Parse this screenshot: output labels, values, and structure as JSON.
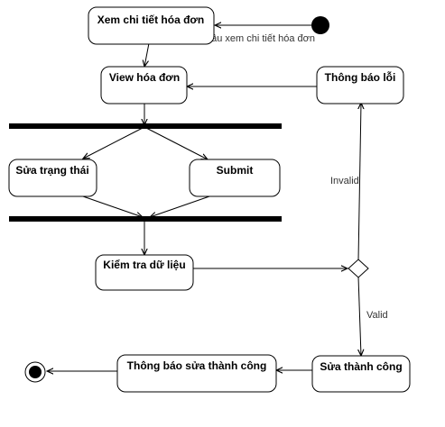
{
  "nodes": {
    "xem_chi_tiet": "Xem chi tiết hóa đơn",
    "view_hoa_don": "View hóa đơn",
    "thong_bao_loi": "Thông báo lỗi",
    "sua_trang_thai": "Sửa trạng thái",
    "submit": "Submit",
    "kiem_tra": "Kiểm tra dữ liệu",
    "thong_bao_sua": "Thông báo sửa thành công",
    "sua_thanh_cong": "Sửa thành công"
  },
  "edges": {
    "request": "Yêu cầu xem chi tiết hóa đơn",
    "invalid": "Invalid",
    "valid": "Valid"
  },
  "colors": {
    "stroke": "#000000",
    "fill": "#ffffff",
    "label": "#333333"
  }
}
